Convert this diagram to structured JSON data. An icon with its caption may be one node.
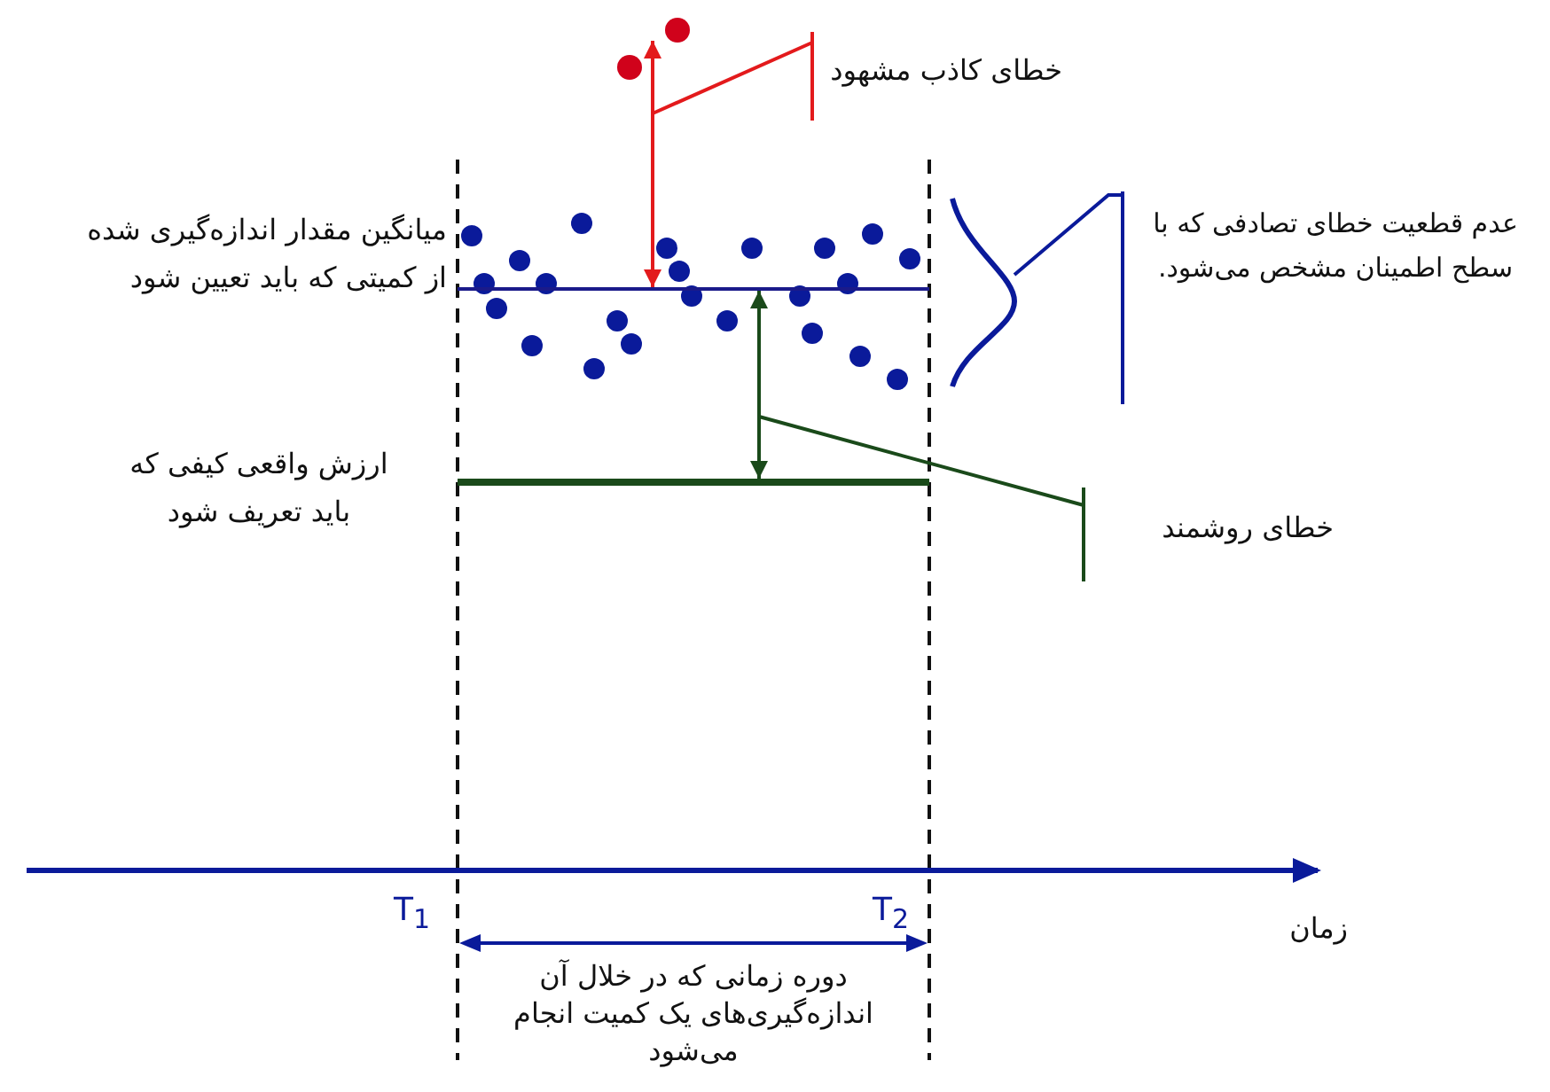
{
  "diagram": {
    "nodes": [
      {
        "text": [
          "خطای کاذب مشهود"
        ]
      },
      {
        "text": [
          "میانگین مقدار اندازه‌گیری شده از کمیتی که باید تعیین شود"
        ]
      },
      {
        "text": [
          "ارزش واقعی کیفی که باید تعریف شود"
        ]
      },
      {
        "text": [
          "عدم قطعیت خطای تصادفی که با سطح اطمینان مشخص می‌شود."
        ]
      },
      {
        "text": [
          "خطای روشمند"
        ]
      },
      {
        "text": [],
        "shape": "bar"
      },
      {
        "text": [],
        "shape": "bar"
      },
      {
        "text": [],
        "shape": "circle"
      },
      {
        "text": [],
        "shape": "picture"
      }
    ],
    "edges": [
      {
        "from": 5,
        "to": 7,
        "arrow": "both",
        "color": "#e31a1c"
      },
      {
        "from": 0,
        "to": null,
        "arrow": "none",
        "color": "#e31a1c"
      },
      {
        "from": 6,
        "to": 5,
        "arrow": "both",
        "color": "#1a4a1a"
      },
      {
        "from": 4,
        "to": null,
        "arrow": "none",
        "color": "#1a4a1a"
      },
      {
        "from": 3,
        "to": 8,
        "arrow": "none",
        "color": "#0a1a9a"
      }
    ],
    "labels": [
      "T$_{1}$",
      "T$_{2}$",
      "زمان",
      "دوره زمانی که در خلال آن اندازه‌گیری‌های یک کمیت انجام می‌شود"
    ]
  }
}
